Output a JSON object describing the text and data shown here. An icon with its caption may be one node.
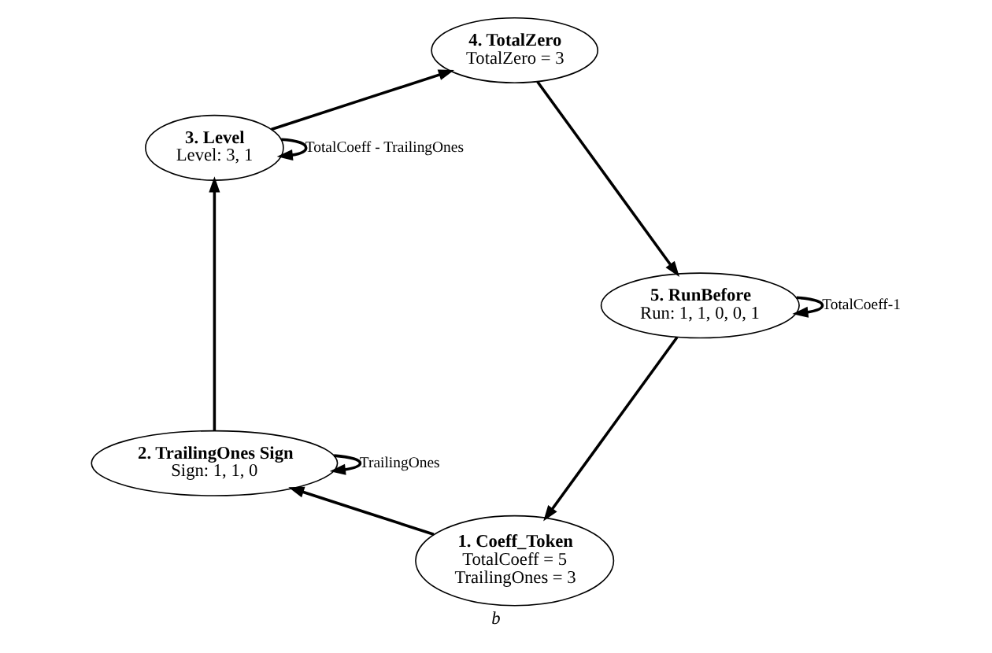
{
  "diagram": {
    "caption": "b",
    "nodes": [
      {
        "text": [
          "1. Coeff_Token",
          "TotalCoeff = 5",
          "TrailingOnes = 3"
        ]
      },
      {
        "text": [
          "2. TrailingOnes Sign",
          "Sign: 1, 1, 0"
        ]
      },
      {
        "text": [
          "3. Level",
          "Level: 3, 1"
        ]
      },
      {
        "text": [
          "4. TotalZero",
          "TotalZero = 3"
        ]
      },
      {
        "text": [
          "5. RunBefore",
          "Run: 1, 1, 0, 0, 1"
        ]
      }
    ],
    "edges": [
      {
        "from": 0,
        "to": 1,
        "arrow": "to"
      },
      {
        "from": 1,
        "to": 1,
        "arrow": "to",
        "label": "TrailingOnes"
      },
      {
        "from": 1,
        "to": 2,
        "arrow": "to"
      },
      {
        "from": 2,
        "to": 2,
        "arrow": "to",
        "label": "TotalCoeff - TrailingOnes"
      },
      {
        "from": 2,
        "to": 3,
        "arrow": "to"
      },
      {
        "from": 3,
        "to": 4,
        "arrow": "to"
      },
      {
        "from": 4,
        "to": 4,
        "arrow": "to",
        "label": "TotalCoeff-1"
      },
      {
        "from": 4,
        "to": 0,
        "arrow": "to"
      }
    ]
  }
}
